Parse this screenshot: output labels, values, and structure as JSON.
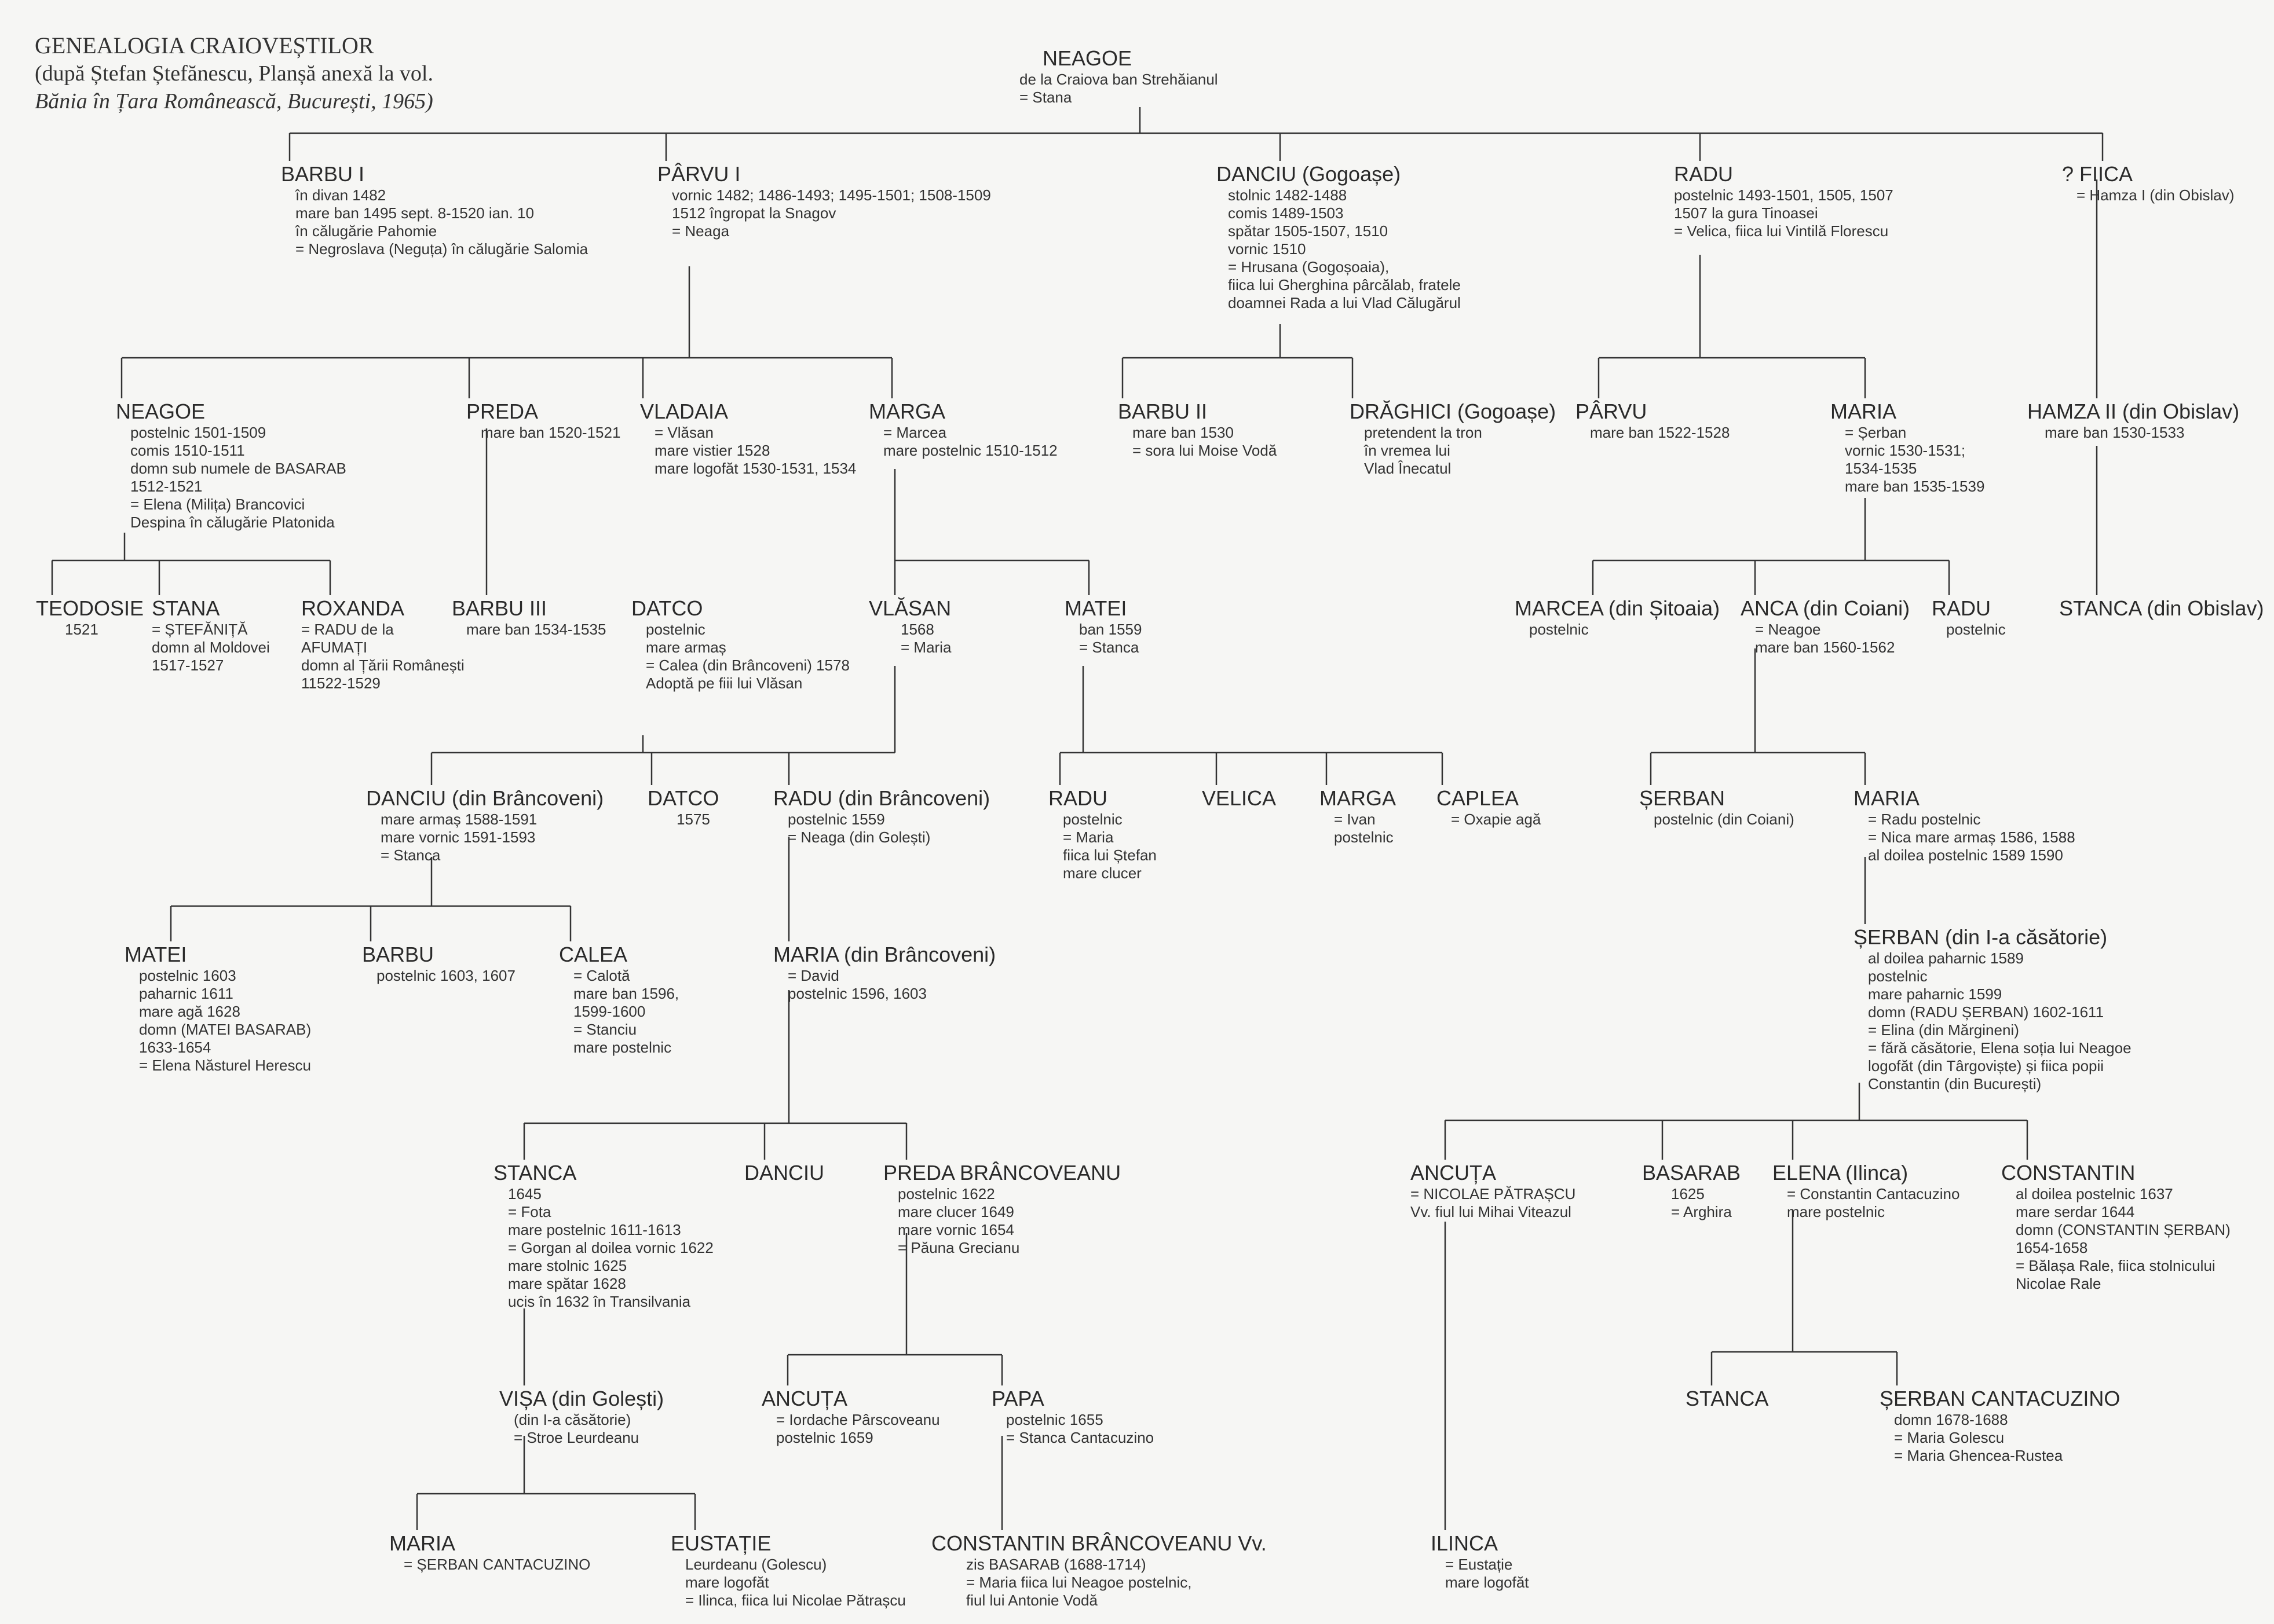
{
  "title": {
    "line1": "GENEALOGIA CRAIOVEȘTILOR",
    "line2": "(după Ștefan Ștefănescu, Planșă anexă la vol.",
    "line3": "Bănia în Țara Românească, București, 1965)"
  },
  "nodes": {
    "neagoe-root": {
      "name": "NEAGOE",
      "details": [
        "de la Craiova ban Strehăianul",
        "= Stana"
      ]
    },
    "barbu-i": {
      "name": "BARBU I",
      "details": [
        "în divan 1482",
        "mare ban 1495 sept. 8-1520 ian. 10",
        "în călugărie Pahomie",
        "= Negroslava (Neguța) în călugărie Salomia"
      ]
    },
    "parvu-i": {
      "name": "PÂRVU I",
      "details": [
        "vornic 1482; 1486-1493; 1495-1501; 1508-1509",
        "1512 îngropat la Snagov",
        "= Neaga"
      ]
    },
    "danciu-gogoase": {
      "name": "DANCIU (Gogoașe)",
      "details": [
        "stolnic 1482-1488",
        "comis 1489-1503",
        "spătar 1505-1507, 1510",
        "vornic 1510",
        "= Hrusana (Gogoșoaia),",
        "fiica lui Gherghina pârcălab, fratele",
        "doamnei Rada a lui Vlad Călugărul"
      ]
    },
    "radu-1": {
      "name": "RADU",
      "details": [
        "postelnic 1493-1501, 1505, 1507",
        "1507 la gura Tinoasei",
        "= Velica, fiica lui Vintilă Florescu"
      ]
    },
    "fiica": {
      "name": "? FIICA",
      "details": [
        "= Hamza I (din Obislav)"
      ]
    },
    "neagoe-2": {
      "name": "NEAGOE",
      "details": [
        "postelnic 1501-1509",
        "comis 1510-1511",
        "domn sub numele de BASARAB",
        "1512-1521",
        "= Elena (Milița) Brancovici",
        "Despina în călugărie Platonida"
      ]
    },
    "preda": {
      "name": "PREDA",
      "details": [
        "mare ban 1520-1521"
      ]
    },
    "vladaia": {
      "name": "VLADAIA",
      "details": [
        "= Vlăsan",
        "mare vistier 1528",
        "mare logofăt 1530-1531, 1534"
      ]
    },
    "marga-1": {
      "name": "MARGA",
      "details": [
        "= Marcea",
        "mare postelnic 1510-1512"
      ]
    },
    "barbu-ii": {
      "name": "BARBU II",
      "details": [
        "mare ban 1530",
        "= sora lui Moise Vodă"
      ]
    },
    "draghici": {
      "name": "DRĂGHICI (Gogoașe)",
      "details": [
        "pretendent la tron",
        "în vremea lui",
        "Vlad Înecatul"
      ]
    },
    "parvu-2": {
      "name": "PÂRVU",
      "details": [
        "mare ban 1522-1528"
      ]
    },
    "maria-1": {
      "name": "MARIA",
      "details": [
        "= Șerban",
        "vornic 1530-1531;",
        "1534-1535",
        "mare ban 1535-1539"
      ]
    },
    "hamza-ii": {
      "name": "HAMZA II (din Obislav)",
      "details": [
        "mare ban 1530-1533"
      ]
    },
    "teodosie": {
      "name": "TEODOSIE",
      "details": [
        "1521"
      ]
    },
    "stana": {
      "name": "STANA",
      "details": [
        "= ȘTEFĂNIȚĂ",
        "domn al Moldovei",
        "1517-1527"
      ]
    },
    "roxanda": {
      "name": "ROXANDA",
      "details": [
        "= RADU de la",
        "AFUMAȚI",
        "domn al Țării Românești",
        "11522-1529"
      ]
    },
    "barbu-iii": {
      "name": "BARBU III",
      "details": [
        "mare ban 1534-1535"
      ]
    },
    "datco-1": {
      "name": "DATCO",
      "details": [
        "postelnic",
        "mare armaș",
        "= Calea (din Brâncoveni) 1578",
        "Adoptă pe fiii lui Vlăsan"
      ]
    },
    "vlasan": {
      "name": "VLĂSAN",
      "details": [
        "1568",
        "= Maria"
      ]
    },
    "matei-1": {
      "name": "MATEI",
      "details": [
        "ban   1559",
        "= Stanca"
      ]
    },
    "marcea": {
      "name": "MARCEA (din Șitoaia)",
      "details": [
        "postelnic"
      ]
    },
    "anca": {
      "name": "ANCA (din Coiani)",
      "details": [
        "= Neagoe",
        "mare ban 1560-1562"
      ]
    },
    "radu-2": {
      "name": "RADU",
      "details": [
        "postelnic"
      ]
    },
    "stanca-obislav": {
      "name": "STANCA (din Obislav)",
      "details": []
    },
    "danciu-brancoveni": {
      "name": "DANCIU (din Brâncoveni)",
      "details": [
        "mare armaș 1588-1591",
        "mare vornic 1591-1593",
        "= Stanca"
      ]
    },
    "datco-2": {
      "name": "DATCO",
      "details": [
        "1575"
      ]
    },
    "radu-brancoveni": {
      "name": "RADU (din Brâncoveni)",
      "details": [
        "postelnic 1559",
        "= Neaga (din Golești)"
      ]
    },
    "radu-3": {
      "name": "RADU",
      "details": [
        "postelnic",
        "= Maria",
        "fiica lui Ștefan",
        "mare clucer"
      ]
    },
    "velica": {
      "name": "VELICA",
      "details": []
    },
    "marga-2": {
      "name": "MARGA",
      "details": [
        "= Ivan",
        "postelnic"
      ]
    },
    "caplea": {
      "name": "CAPLEA",
      "details": [
        "= Oxapie agă"
      ]
    },
    "serban-coiani": {
      "name": "ȘERBAN",
      "details": [
        "postelnic (din Coiani)"
      ]
    },
    "maria-2": {
      "name": "MARIA",
      "details": [
        "= Radu postelnic",
        "= Nica mare armaș 1586, 1588",
        "al doilea postelnic 1589   1590"
      ]
    },
    "matei-basarab": {
      "name": "MATEI",
      "details": [
        "postelnic 1603",
        "paharnic 1611",
        "mare agă 1628",
        "domn (MATEI BASARAB)",
        "1633-1654",
        "= Elena Năsturel Herescu"
      ]
    },
    "barbu-4": {
      "name": "BARBU",
      "details": [
        "postelnic 1603, 1607"
      ]
    },
    "calea": {
      "name": "CALEA",
      "details": [
        "= Calotă",
        "mare ban 1596,",
        "1599-1600",
        "= Stanciu",
        "mare postelnic"
      ]
    },
    "maria-brancoveni": {
      "name": "MARIA (din Brâncoveni)",
      "details": [
        "= David",
        "postelnic 1596, 1603"
      ]
    },
    "serban-radu": {
      "name": "ȘERBAN (din I-a căsătorie)",
      "details": [
        "al doilea paharnic 1589",
        "postelnic",
        "mare paharnic 1599",
        "domn (RADU ȘERBAN) 1602-1611",
        "= Elina (din Mărgineni)",
        "= fără căsătorie, Elena soția lui Neagoe",
        "logofăt (din Târgoviște) și fiica popii",
        "Constantin (din București)"
      ]
    },
    "stanca-2": {
      "name": "STANCA",
      "details": [
        "1645",
        "= Fota",
        "mare postelnic 1611-1613",
        "= Gorgan al doilea vornic 1622",
        "mare stolnic 1625",
        "mare spătar 1628",
        "ucis în 1632 în Transilvania"
      ]
    },
    "danciu-3": {
      "name": "DANCIU",
      "details": []
    },
    "preda-brancoveanu": {
      "name": "PREDA BRÂNCOVEANU",
      "details": [
        "postelnic 1622",
        "mare clucer 1649",
        "mare vornic 1654",
        "= Păuna Grecianu"
      ]
    },
    "ancuta-1": {
      "name": "ANCUȚA",
      "details": [
        "= NICOLAE PĂTRAȘCU",
        "Vv. fiul lui Mihai Viteazul"
      ]
    },
    "basarab": {
      "name": "BASARAB",
      "details": [
        "1625",
        "= Arghira"
      ]
    },
    "elena-ilinca": {
      "name": "ELENA (Ilinca)",
      "details": [
        "= Constantin Cantacuzino",
        "mare postelnic"
      ]
    },
    "constantin": {
      "name": "CONSTANTIN",
      "details": [
        "al doilea postelnic 1637",
        "mare serdar 1644",
        "domn (CONSTANTIN ȘERBAN)",
        "1654-1658",
        "= Bălașa Rale, fiica stolnicului",
        "Nicolae Rale"
      ]
    },
    "visa": {
      "name": "VIȘA (din Golești)",
      "details": [
        "(din I-a căsătorie)",
        "= Stroe Leurdeanu"
      ]
    },
    "ancuta-2": {
      "name": "ANCUȚA",
      "details": [
        "= Iordache Pârscoveanu",
        "postelnic 1659"
      ]
    },
    "papa": {
      "name": "PAPA",
      "details": [
        "postelnic   1655",
        "= Stanca Cantacuzino"
      ]
    },
    "stanca-3": {
      "name": "STANCA",
      "details": []
    },
    "serban-cantacuzino": {
      "name": "ȘERBAN CANTACUZINO",
      "details": [
        "domn 1678-1688",
        "= Maria Golescu",
        "= Maria Ghencea-Rustea"
      ]
    },
    "maria-3": {
      "name": "MARIA",
      "details": [
        "= ȘERBAN CANTACUZINO"
      ]
    },
    "eustatie": {
      "name": "EUSTAȚIE",
      "details": [
        "Leurdeanu (Golescu)",
        "mare logofăt",
        "= Ilinca, fiica lui Nicolae Pătrașcu"
      ]
    },
    "constantin-brancoveanu": {
      "name": "CONSTANTIN BRÂNCOVEANU Vv.",
      "details": [
        "zis BASARAB (1688-1714)",
        "= Maria fiica lui Neagoe postelnic,",
        "fiul lui Antonie Vodă"
      ]
    },
    "ilinca": {
      "name": "ILINCA",
      "details": [
        "= Eustație",
        "mare logofăt"
      ]
    }
  }
}
